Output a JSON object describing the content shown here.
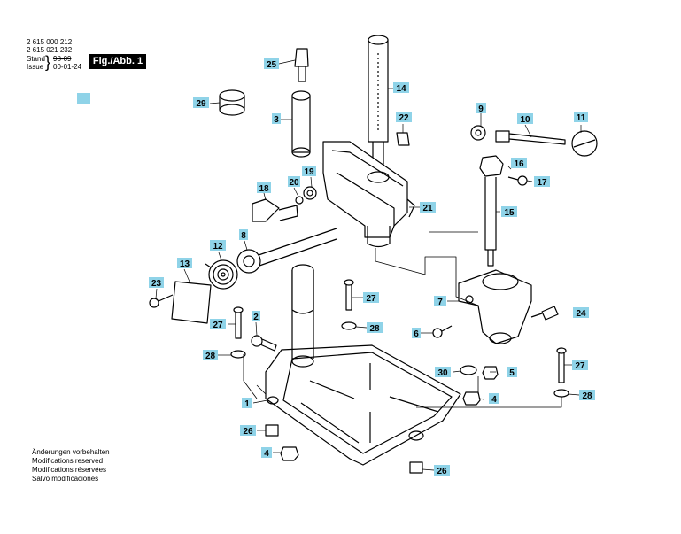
{
  "header": {
    "part_number_1": "2 615 000 212",
    "part_number_2": "2 615 021 232",
    "stand_label": "Stand",
    "issue_label": "Issue",
    "old_date": "98-09",
    "new_date": "00-01-24",
    "figure_label": "Fig./Abb. 1"
  },
  "footer": {
    "line_de": "Änderungen vorbehalten",
    "line_en": "Modifications reserved",
    "line_fr": "Modifications réservées",
    "line_it": "Salvo modificaciones"
  },
  "colors": {
    "label_fill": "#8fd3e8",
    "line": "#000000"
  },
  "part_labels": [
    "25",
    "14",
    "29",
    "3",
    "22",
    "9",
    "10",
    "11",
    "19",
    "20",
    "18",
    "16",
    "17",
    "21",
    "15",
    "12",
    "8",
    "13",
    "23",
    "27",
    "2",
    "7",
    "24",
    "27",
    "28",
    "6",
    "28",
    "30",
    "5",
    "27",
    "1",
    "4",
    "28",
    "26",
    "4",
    "26"
  ]
}
